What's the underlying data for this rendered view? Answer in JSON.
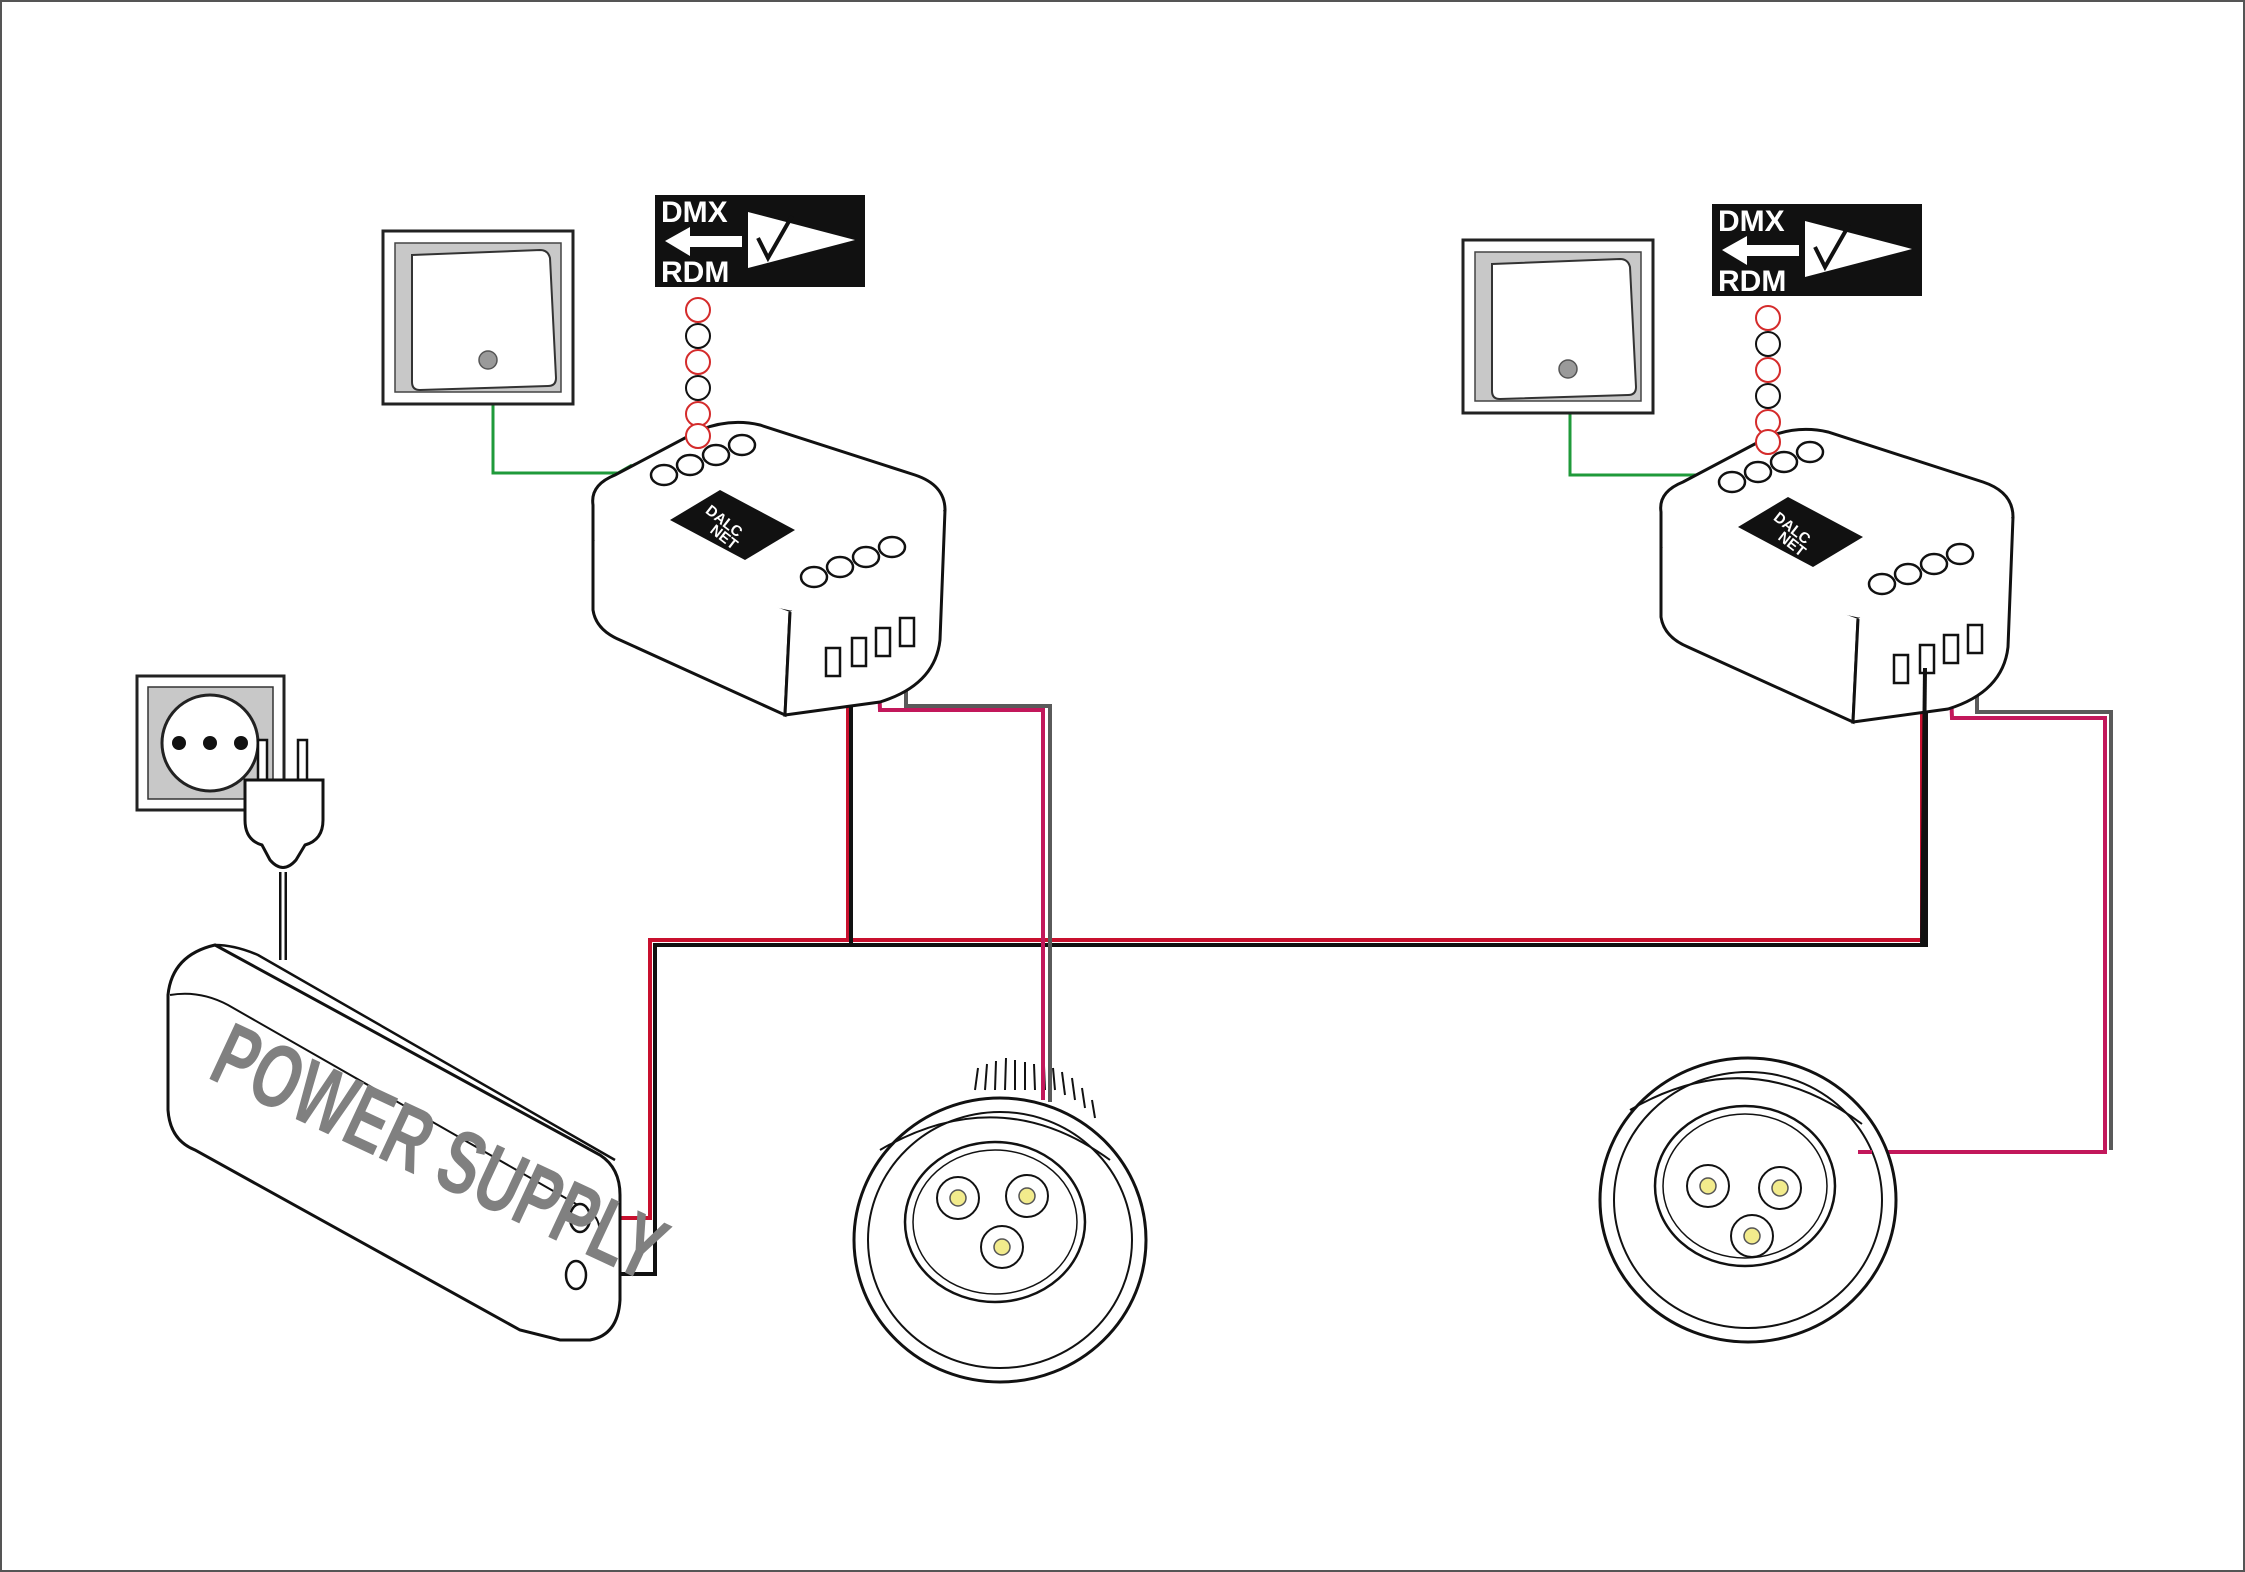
{
  "power_supply": {
    "label": "POWER SUPPLY"
  },
  "controllers": [
    {
      "brand_line1": "DALC",
      "brand_line2": "NET",
      "protocol_top": "DMX",
      "protocol_bottom": "RDM"
    },
    {
      "brand_line1": "DALC",
      "brand_line2": "NET",
      "protocol_top": "DMX",
      "protocol_bottom": "RDM"
    }
  ],
  "colors": {
    "outline": "#1a1a1a",
    "wire_positive": "#c8102e",
    "wire_negative": "#111111",
    "wire_led_positive": "#c2185b",
    "wire_led_negative": "#5a5a5a",
    "wire_switch": "#1f9a3a",
    "rs485_chain": "#d42b2b",
    "led_chip": "#f2eb8c",
    "panel_grey": "#c8c8c8",
    "label_grey": "#808080"
  },
  "icons": {
    "socket": "schuko-socket-icon",
    "plug": "mains-plug-icon",
    "switch": "push-switch-icon",
    "led_lamp": "led-downlight-icon",
    "checkmark": "checkmark-icon",
    "arrow": "left-arrow-icon"
  }
}
